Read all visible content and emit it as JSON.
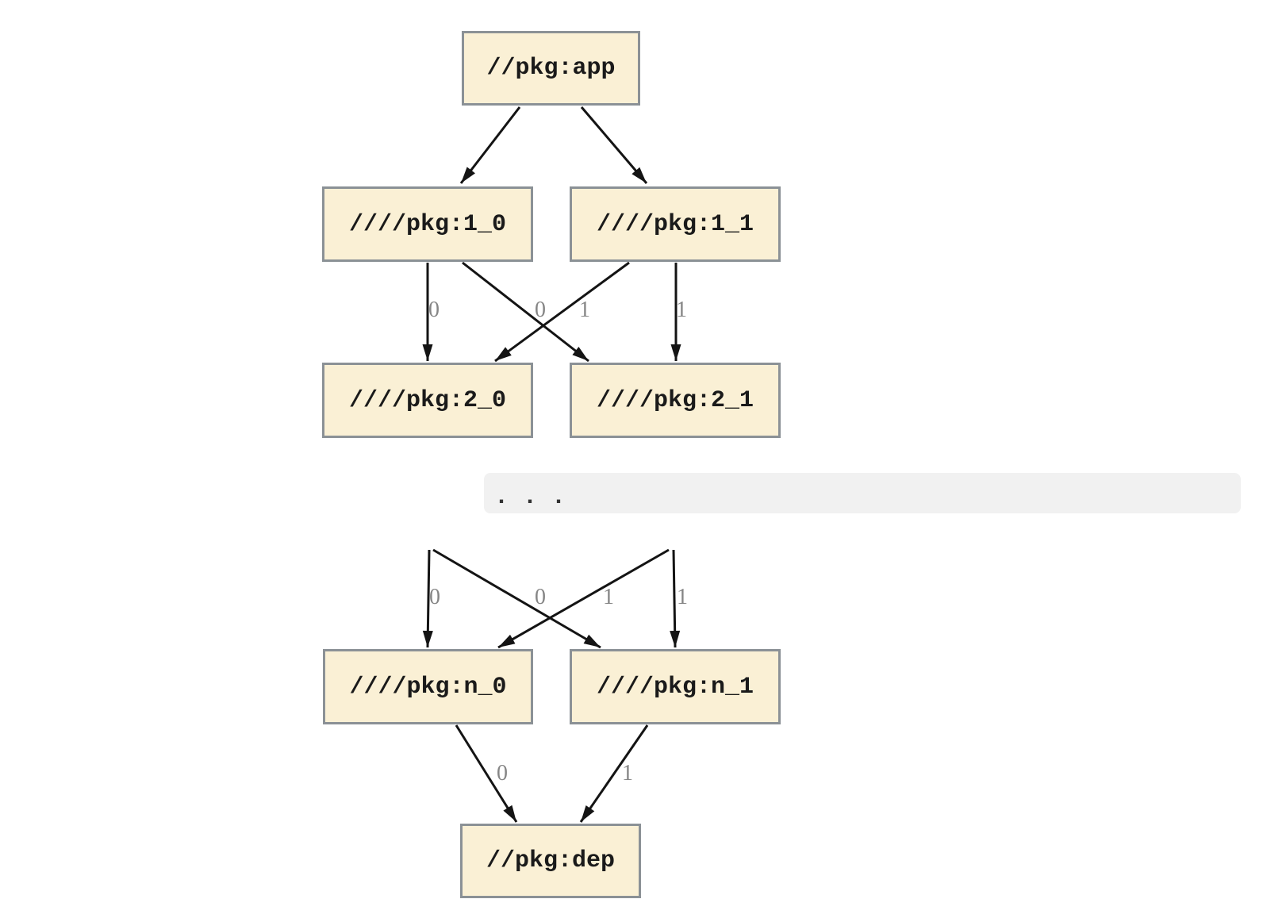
{
  "diagram": {
    "type": "dependency-graph",
    "nodes": [
      {
        "id": "app",
        "label": "//pkg:app"
      },
      {
        "id": "1_0",
        "label": "////pkg:1_0"
      },
      {
        "id": "1_1",
        "label": "////pkg:1_1"
      },
      {
        "id": "2_0",
        "label": "////pkg:2_0"
      },
      {
        "id": "2_1",
        "label": "////pkg:2_1"
      },
      {
        "id": "n_0",
        "label": "////pkg:n_0"
      },
      {
        "id": "n_1",
        "label": "////pkg:n_1"
      },
      {
        "id": "dep",
        "label": "//pkg:dep"
      }
    ],
    "edges": [
      {
        "from": "app",
        "to": "1_0",
        "label": ""
      },
      {
        "from": "app",
        "to": "1_1",
        "label": ""
      },
      {
        "from": "1_0",
        "to": "2_0",
        "label": "0"
      },
      {
        "from": "1_0",
        "to": "2_1",
        "label": "1"
      },
      {
        "from": "1_1",
        "to": "2_0",
        "label": "0"
      },
      {
        "from": "1_1",
        "to": "2_1",
        "label": "1"
      },
      {
        "from": "...",
        "to": "n_0",
        "label": "0"
      },
      {
        "from": "...",
        "to": "n_1",
        "label": "1"
      },
      {
        "from": "...",
        "to": "n_0",
        "label": "0"
      },
      {
        "from": "...",
        "to": "n_1",
        "label": "1"
      },
      {
        "from": "n_0",
        "to": "dep",
        "label": "0"
      },
      {
        "from": "n_1",
        "to": "dep",
        "label": "1"
      }
    ],
    "ellipsis_text": ". . .",
    "colors": {
      "node_fill": "#FAF0D5",
      "node_border": "#8B9196",
      "edge": "#141414",
      "edge_label": "#868686",
      "ellipsis_bar_bg": "#F1F1F1"
    }
  }
}
